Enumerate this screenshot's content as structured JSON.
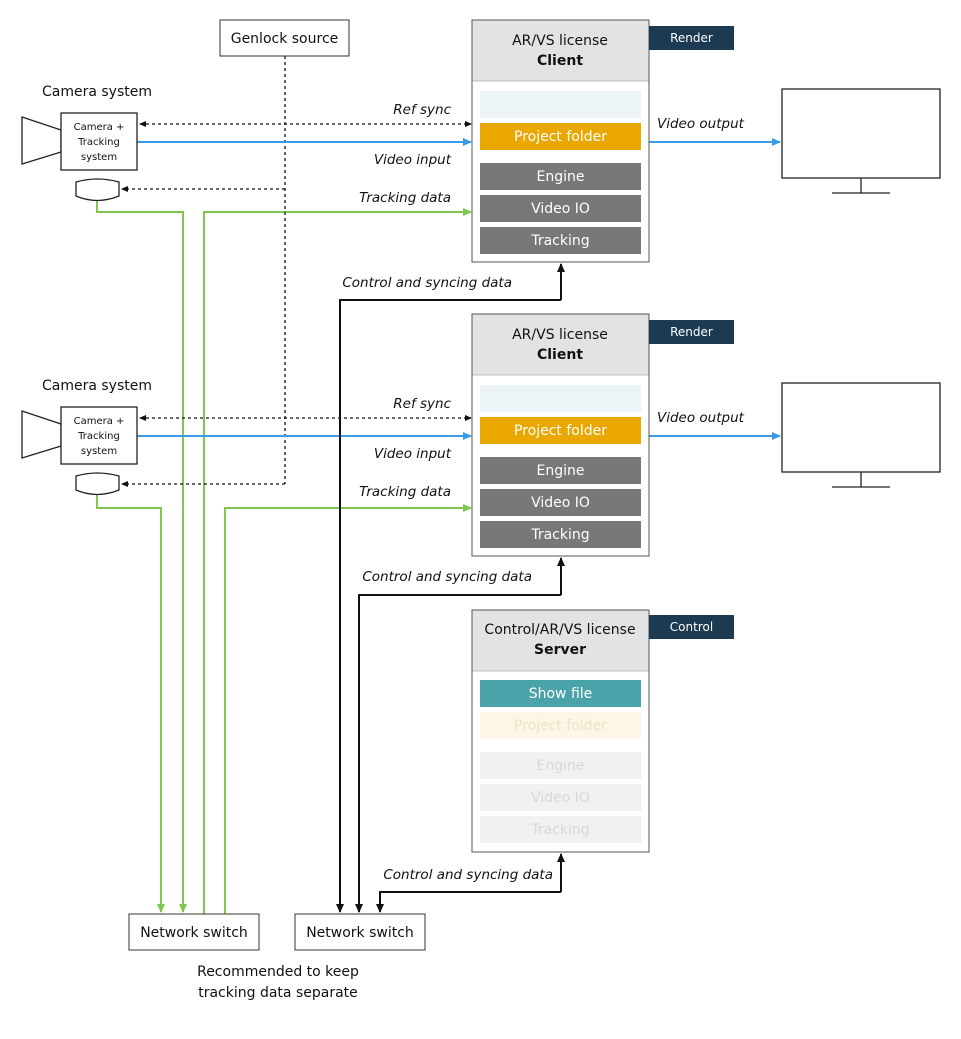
{
  "genlock": {
    "label": "Genlock source"
  },
  "cameras": [
    {
      "title": "Camera system",
      "body_lines": [
        "Camera +",
        "Tracking",
        "system"
      ]
    },
    {
      "title": "Camera system",
      "body_lines": [
        "Camera +",
        "Tracking",
        "system"
      ]
    }
  ],
  "clients": [
    {
      "license": "AR/VS license",
      "role": "Client",
      "tag": "Render",
      "project_folder": "Project folder",
      "modules": [
        "Engine",
        "Video IO",
        "Tracking"
      ]
    },
    {
      "license": "AR/VS license",
      "role": "Client",
      "tag": "Render",
      "project_folder": "Project folder",
      "modules": [
        "Engine",
        "Video IO",
        "Tracking"
      ]
    }
  ],
  "server": {
    "license": "Control/AR/VS license",
    "role": "Server",
    "tag": "Control",
    "show_file": "Show file",
    "project_folder": "Project folder",
    "modules": [
      "Engine",
      "Video IO",
      "Tracking"
    ]
  },
  "flows": {
    "ref_sync": "Ref sync",
    "video_input": "Video input",
    "tracking_data": "Tracking data",
    "video_output": "Video output",
    "control": "Control and syncing data"
  },
  "switches": [
    {
      "label": "Network switch"
    },
    {
      "label": "Network switch"
    }
  ],
  "note_lines": [
    "Recommended to keep",
    "tracking data separate"
  ],
  "colors": {
    "green": "#7ec850",
    "blue": "#3a9be6",
    "orange": "#e9a700",
    "gray_module": "#787878",
    "teal": "#4aa3a8",
    "navy": "#1c3a52",
    "header": "#e3e3e3",
    "light_band": "#ecf4f7"
  }
}
